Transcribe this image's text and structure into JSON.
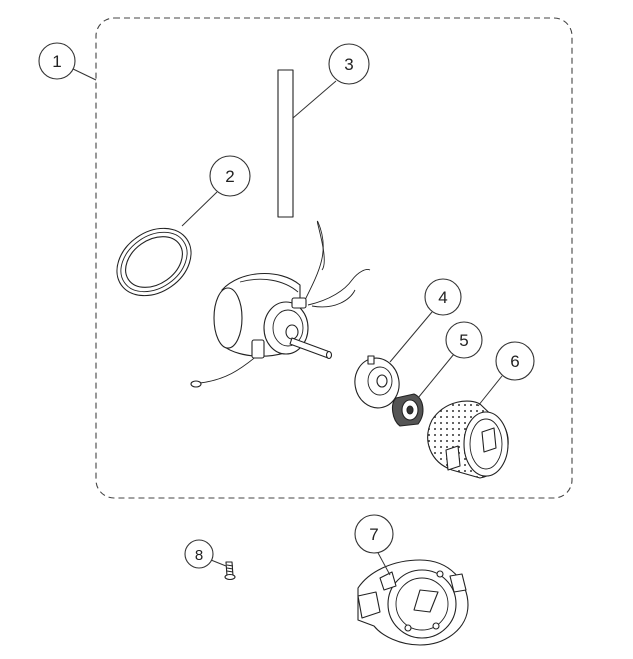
{
  "diagram": {
    "callouts": [
      {
        "id": "c1",
        "label": "1"
      },
      {
        "id": "c2",
        "label": "2"
      },
      {
        "id": "c3",
        "label": "3"
      },
      {
        "id": "c4",
        "label": "4"
      },
      {
        "id": "c5",
        "label": "5"
      },
      {
        "id": "c6",
        "label": "6"
      },
      {
        "id": "c7",
        "label": "7"
      },
      {
        "id": "c8",
        "label": "8"
      }
    ],
    "colors": {
      "line": "#222222",
      "dashed_box": "#444444",
      "background": "#ffffff"
    }
  }
}
